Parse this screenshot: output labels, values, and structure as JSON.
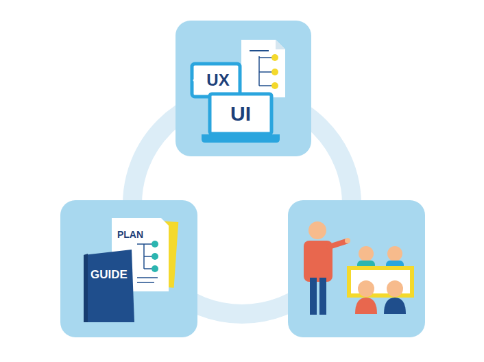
{
  "diagram": {
    "nodes": [
      {
        "text": [
          "UX",
          "UI"
        ]
      },
      {
        "text": [
          "PLAN",
          "GUIDE"
        ]
      }
    ]
  }
}
